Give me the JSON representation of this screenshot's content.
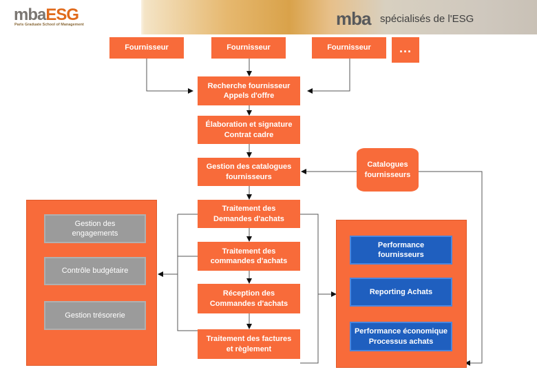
{
  "header": {
    "logo_mba": "mba",
    "logo_esg": "ESG",
    "logo_sub": "Paris Graduate School of Management",
    "brand_mba": "mba",
    "tagline": "spécialisés de l'ESG"
  },
  "suppliers": [
    "Fournisseur",
    "Fournisseur",
    "Fournisseur"
  ],
  "more": "...",
  "flow": [
    "Recherche fournisseur\nAppels d'offre",
    "Élaboration et signature\nContrat cadre",
    "Gestion des catalogues\nfournisseurs",
    "Traitement des\nDemandes d'achats",
    "Traitement des\ncommandes d'achats",
    "Réception des\nCommandes d'achats",
    "Traitement des factures\net règlement"
  ],
  "catalog": "Catalogues\nfournisseurs",
  "finance": [
    "Gestion des\nengagements",
    "Contrôle budgétaire",
    "Gestion trésorerie"
  ],
  "reporting": [
    "Performance\nfournisseurs",
    "Reporting  Achats",
    "Performance économique\nProcessus achats"
  ],
  "colors": {
    "orange": "#f86b3a",
    "gray": "#9b9b9b",
    "blue": "#1f5fbf",
    "line": "#555555"
  }
}
